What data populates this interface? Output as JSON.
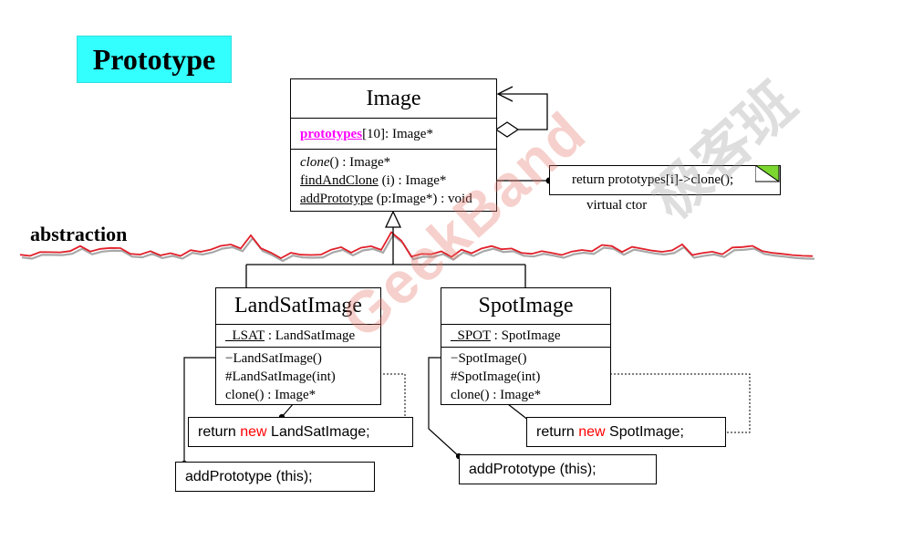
{
  "title": "Prototype",
  "abstraction_label": "abstraction",
  "image_class": {
    "name": "Image",
    "attr_name": "prototypes",
    "attr_rest": "[10]: Image*",
    "op1_name": "clone",
    "op1_rest": "() : Image*",
    "op2_name": "findAndClone",
    "op2_rest": " (i) : Image*",
    "op3_name": "addPrototype",
    "op3_rest": " (p:Image*) : void"
  },
  "virtual_note": {
    "code": "return prototypes[i]->clone();",
    "label": "virtual ctor"
  },
  "landsat_class": {
    "name": "LandSatImage",
    "attr_name": "_LSAT",
    "attr_rest": " : LandSatImage",
    "op1": "−LandSatImage()",
    "op2": "#LandSatImage(int)",
    "op3": "clone() : Image*"
  },
  "spot_class": {
    "name": "SpotImage",
    "attr_name": "_SPOT",
    "attr_rest": " : SpotImage",
    "op1": "−SpotImage()",
    "op2": "#SpotImage(int)",
    "op3": "clone() : Image*"
  },
  "notes": {
    "landsat_return_pre": "return ",
    "landsat_return_kw": "new",
    "landsat_return_post": " LandSatImage;",
    "landsat_add": "addPrototype (this);",
    "spot_return_pre": "return ",
    "spot_return_kw": "new",
    "spot_return_post": " SpotImage;",
    "spot_add": "addPrototype (this);"
  },
  "watermark_text": "GeekBand",
  "watermark_cjk": "极客班",
  "colors": {
    "title_bg": "#33ffff",
    "keyword": "#ff0000",
    "attr_highlight": "#ff00ff",
    "wave_red": "#e0202a",
    "wave_shadow": "#a0a0a0"
  }
}
